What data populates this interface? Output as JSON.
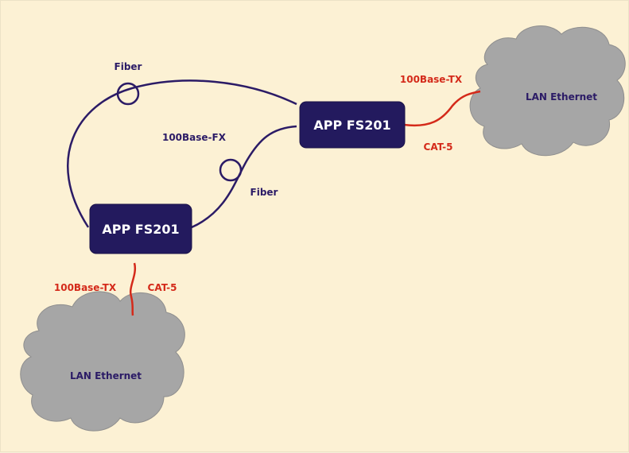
{
  "devices": {
    "top": {
      "label": "APP FS201"
    },
    "bottom": {
      "label": "APP FS201"
    }
  },
  "clouds": {
    "right": {
      "label": "LAN Ethernet"
    },
    "bottom": {
      "label": "LAN Ethernet"
    }
  },
  "links": {
    "fiber_top_label": "Fiber",
    "fiber_mid_label": "Fiber",
    "fx_label": "100Base-FX",
    "right_tx_label": "100Base-TX",
    "right_cat_label": "CAT-5",
    "bottom_tx_label": "100Base-TX",
    "bottom_cat_label": "CAT-5"
  },
  "colors": {
    "background": "#fcf1d4",
    "device": "#231a5e",
    "fiber": "#2b1b66",
    "copper": "#d42a1a",
    "cloud": "#a6a6a6"
  }
}
